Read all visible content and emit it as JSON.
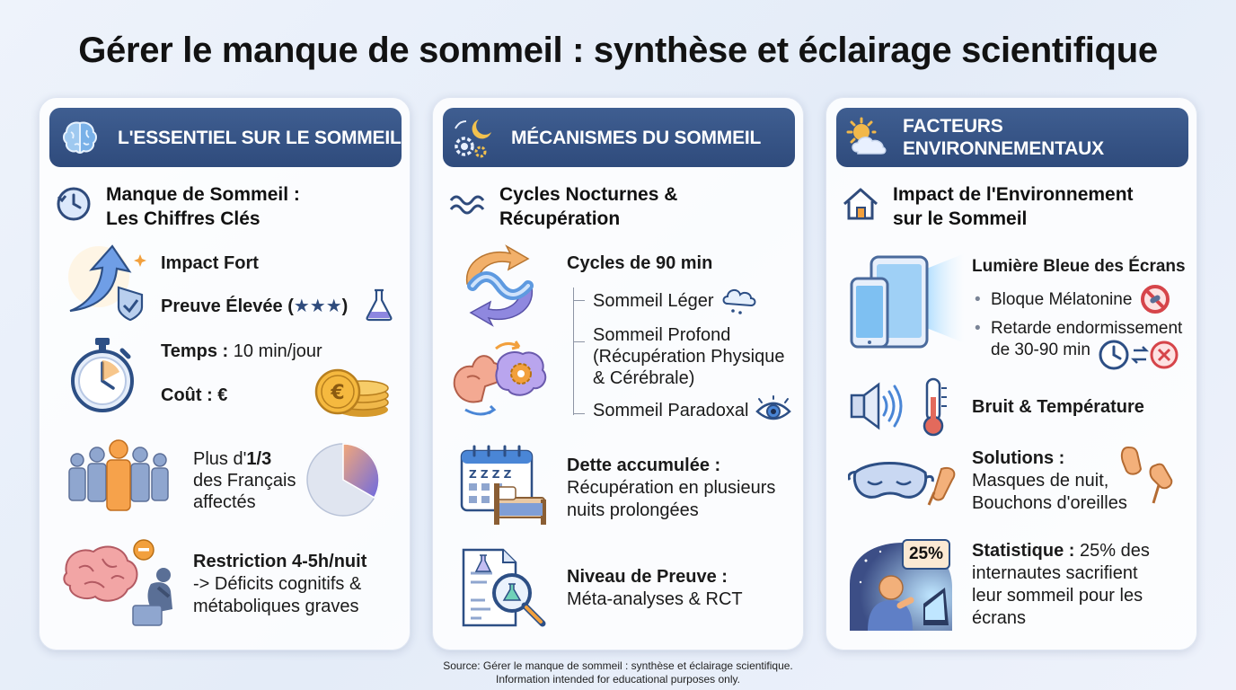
{
  "title": "Gérer le manque de sommeil : synthèse et éclairage scientifique",
  "colors": {
    "header": "#2f4b7c",
    "accent_orange": "#f2a03d",
    "accent_purple": "#7a72d6",
    "accent_blue": "#4a86d6"
  },
  "col1": {
    "header": "L'ESSENTIEL SUR LE SOMMEIL",
    "header_icon": "brain-icon",
    "subtitle": "Manque de Sommeil : Les Chiffres Clés",
    "impact": "Impact Fort",
    "evidence_prefix": "Preuve Élevée (",
    "evidence_stars": "★★★",
    "evidence_suffix": ")",
    "time_label": "Temps :",
    "time_value": " 10 min/jour",
    "cost": "Coût : €",
    "share_prefix": "Plus d'",
    "share_value": "1/3",
    "share_line2": "des Français",
    "share_line3": "affectés",
    "share_fraction": 0.333,
    "restriction_title": "Restriction 4-5h/nuit",
    "restriction_line2": "-> Déficits cognitifs &",
    "restriction_line3": "métaboliques graves"
  },
  "col2": {
    "header": "MÉCANISMES DU SOMMEIL",
    "header_icon": "gears-moon-icon",
    "subtitle": "Cycles Nocturnes & Récupération",
    "cycles_title": "Cycles de 90 min",
    "stage_light": "Sommeil Léger",
    "stage_deep_1": "Sommeil Profond",
    "stage_deep_2": "(Récupération Physique",
    "stage_deep_3": "& Cérébrale)",
    "stage_rem": "Sommeil Paradoxal",
    "debt_title": "Dette accumulée :",
    "debt_line2": "Récupération en plusieurs",
    "debt_line3": "nuits prolongées",
    "calendar_zzz": "Z Z Z Z",
    "proof_title": "Niveau de Preuve :",
    "proof_line2": "Méta-analyses & RCT"
  },
  "col3": {
    "header_line1": "FACTEURS",
    "header_line2": "ENVIRONNEMENTAUX",
    "header_icon": "sun-cloud-icon",
    "subtitle": "Impact de l'Environnement sur le Sommeil",
    "blue_light_title": "Lumière Bleue des Écrans",
    "bullet1": "Bloque Mélatonine",
    "bullet2_line1": "Retarde endormissement",
    "bullet2_line2": "de 30-90 min",
    "noise_title": "Bruit & Température",
    "solutions_title": "Solutions :",
    "solutions_line2": "Masques de nuit,",
    "solutions_line3": "Bouchons d'oreilles",
    "stat_badge": "25%",
    "stat_title": "Statistique :",
    "stat_value": " 25% des",
    "stat_line2": "internautes sacrifient",
    "stat_line3": "leur sommeil pour les",
    "stat_line4": "écrans"
  },
  "footer_line1": "Source: Gérer le manque de sommeil : synthèse et éclairage scientifique.",
  "footer_line2": "Information intended for educational purposes only."
}
